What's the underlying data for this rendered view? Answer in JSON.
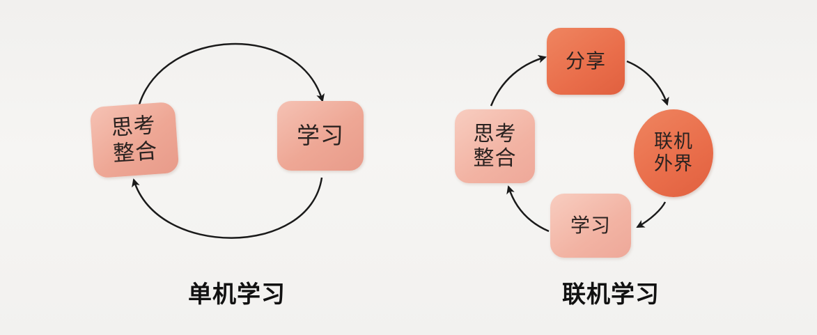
{
  "diagrams": {
    "standalone": {
      "caption": "单机学习",
      "nodes": {
        "reflect": "思考\n整合",
        "learn": "学习"
      }
    },
    "connected": {
      "caption": "联机学习",
      "nodes": {
        "share": "分享",
        "connect": "联机\n外界",
        "learn": "学习",
        "reflect": "思考\n整合"
      }
    }
  },
  "colors": {
    "node_pale": "#eea795",
    "node_hot": "#e96d4a",
    "arrow": "#1a1a1a",
    "caption": "#111111"
  }
}
